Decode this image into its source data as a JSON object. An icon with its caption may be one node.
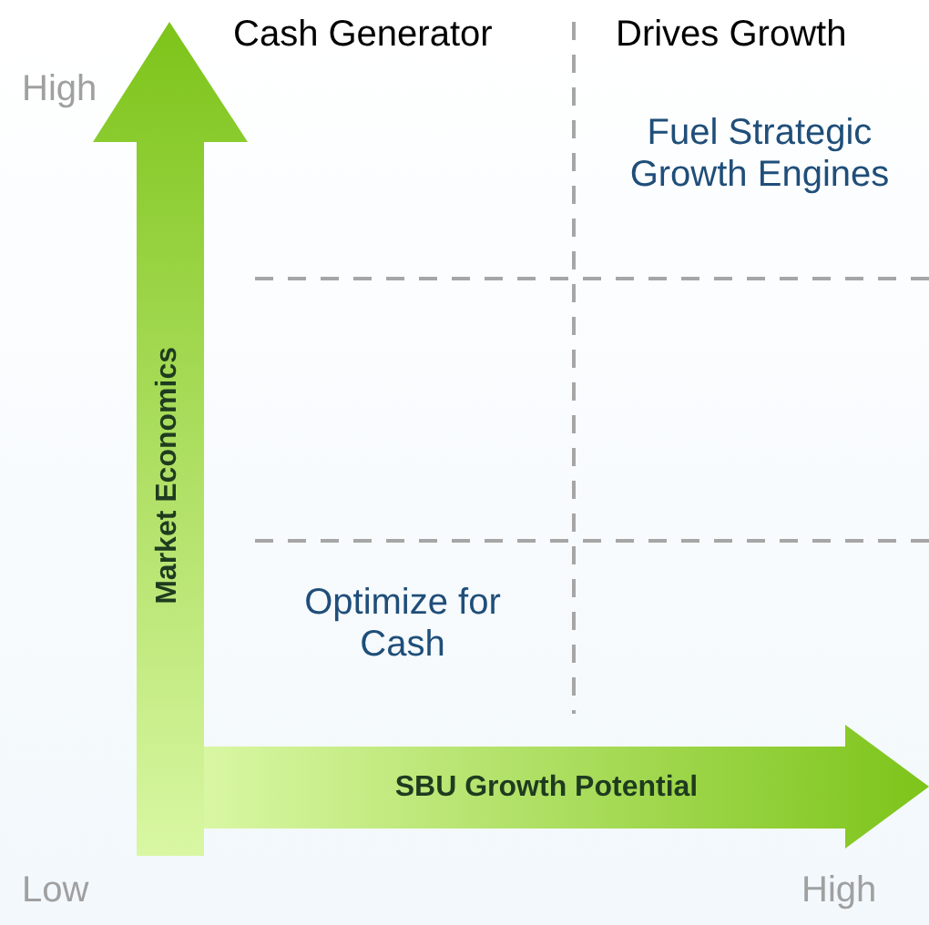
{
  "diagram": {
    "labels": [
      "Cash Generator",
      "Drives Growth",
      "High",
      "Fuel Strategic Growth Engines",
      "Market Economics",
      "Optimize for Cash",
      "SBU Growth Potential",
      "Low",
      "High"
    ]
  }
}
